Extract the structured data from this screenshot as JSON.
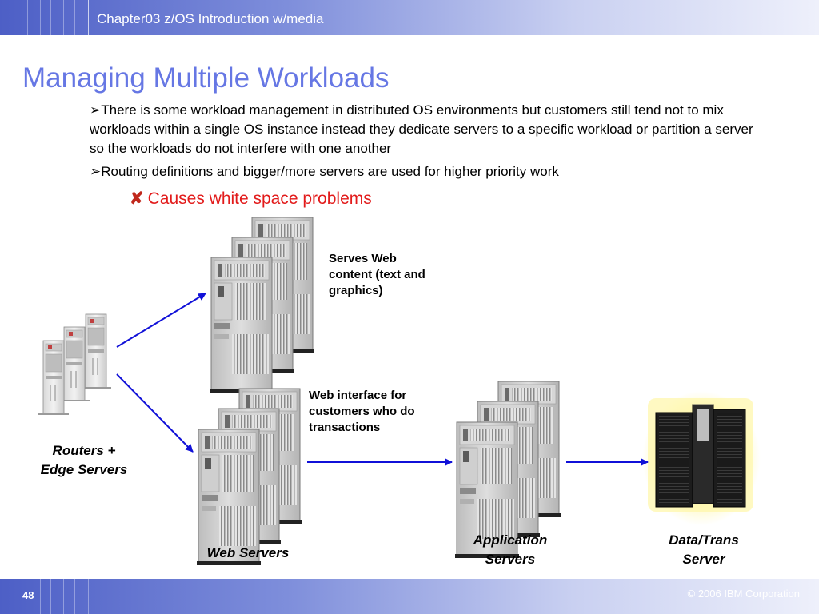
{
  "header": {
    "chapter_title": "Chapter03 z/OS Introduction w/media"
  },
  "slide": {
    "title": "Managing Multiple Workloads",
    "bullets": [
      "➢There is some workload management in distributed OS environments but customers still tend not to mix workloads within a single OS instance instead they dedicate servers to a specific workload or partition a server so the workloads do not interfere with one another",
      "➢Routing definitions and bigger/more servers are used for higher priority work"
    ],
    "sub_bullet": "Causes white space problems"
  },
  "diagram": {
    "notes": {
      "top_web": "Serves Web content (text and graphics)",
      "web_interface": "Web interface for customers who do transactions"
    },
    "labels": {
      "routers_line1": "Routers +",
      "routers_line2": "Edge Servers",
      "web_servers": "Web Servers",
      "application_line1": "Application",
      "application_line2": "Servers",
      "data_line1": "Data/Trans",
      "data_line2": "Server"
    },
    "colors": {
      "arrow": "#1010d8",
      "mainframe_glow": "#fff8b0",
      "bullet_red": "#e21b1b"
    }
  },
  "footer": {
    "page_number": "48",
    "copyright": "© 2006 IBM Corporation"
  }
}
